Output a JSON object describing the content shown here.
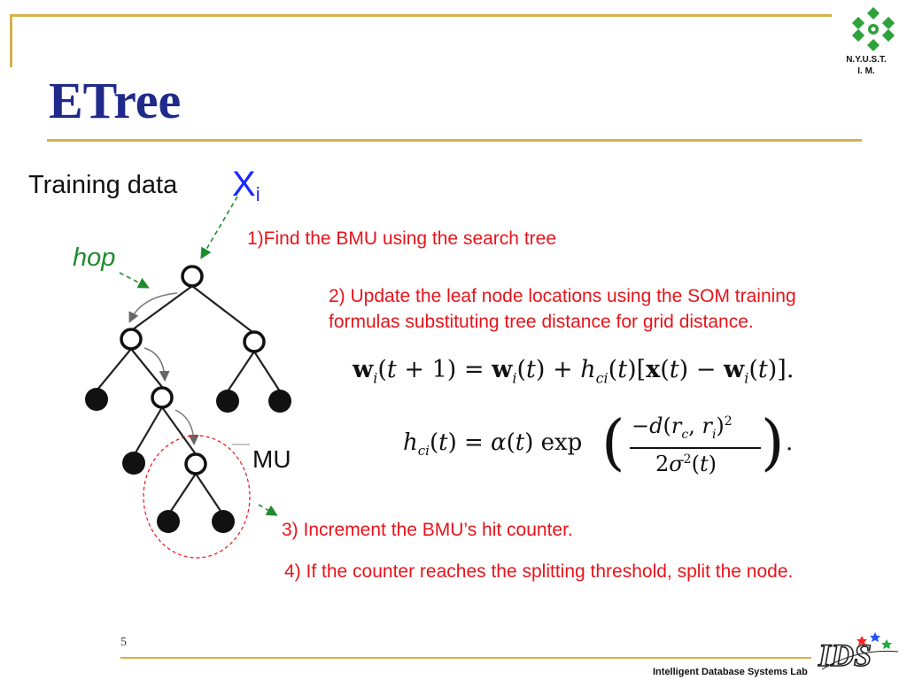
{
  "slide": {
    "title": "ETree",
    "page_number": "5",
    "footer": "Intelligent Database Systems Lab",
    "logo_caption_line1": "N.Y.U.S.T.",
    "logo_caption_line2": "I. M."
  },
  "diagram": {
    "training_label": "Training data",
    "input_symbol": "X",
    "input_subscript": "i",
    "hop_label": "hop",
    "bmu_label": "MU"
  },
  "steps": {
    "step1": "1)Find the BMU using the search tree",
    "step2_line1": "2) Update the leaf node locations using the SOM training",
    "step2_line2": "formulas substituting tree distance for grid distance.",
    "step3": "3) Increment the BMU’s hit counter.",
    "step4": "4) If the counter reaches the splitting threshold, split the node."
  },
  "equations": {
    "update_rule": "w_i(t+1) = w_i(t) + h_ci(t)[x(t) − w_i(t)].",
    "neighborhood": "h_ci(t) = α(t) exp( −d(r_c, r_i)^2 / 2σ^2(t) ) ."
  },
  "colors": {
    "title": "#1f2a8a",
    "gold": "#d4b24a",
    "red": "#e8141b",
    "green": "#1f8b2d",
    "blue": "#1a28ff"
  }
}
